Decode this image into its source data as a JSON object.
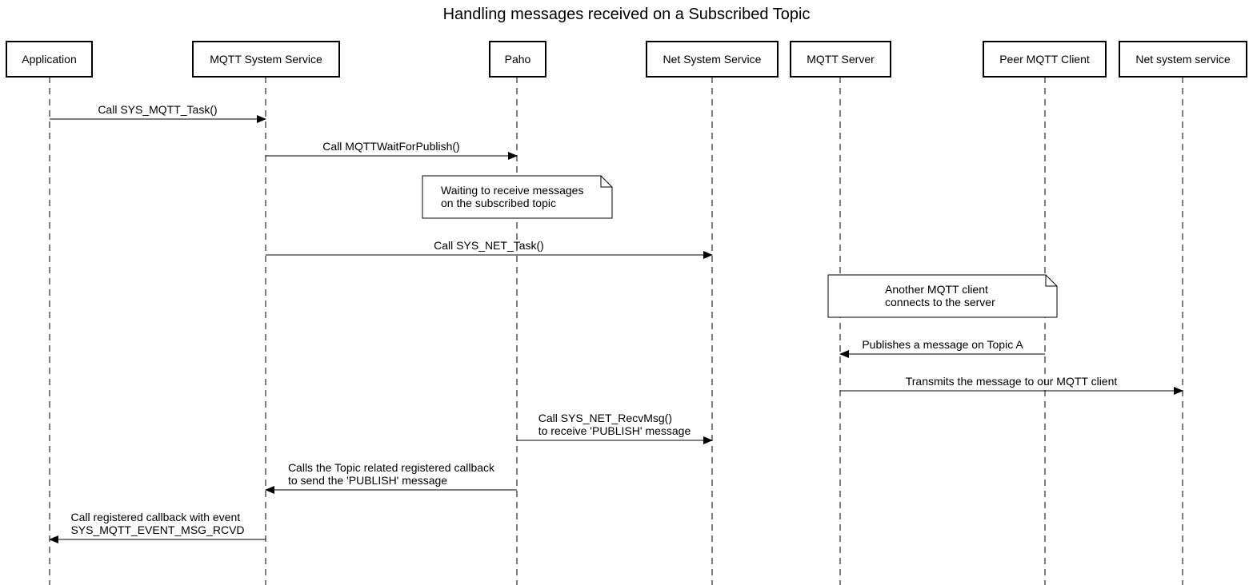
{
  "title": "Handling messages received on a Subscribed Topic",
  "participants": [
    {
      "id": "app",
      "label": "Application"
    },
    {
      "id": "mqtt_sys",
      "label": "MQTT System Service"
    },
    {
      "id": "paho",
      "label": "Paho"
    },
    {
      "id": "net_sys",
      "label": "Net System Service"
    },
    {
      "id": "mqtt_server",
      "label": "MQTT Server"
    },
    {
      "id": "peer",
      "label": "Peer MQTT Client"
    },
    {
      "id": "net_sys2",
      "label": "Net system service"
    }
  ],
  "messages": [
    {
      "from": "app",
      "to": "mqtt_sys",
      "lines": [
        "Call SYS_MQTT_Task()"
      ]
    },
    {
      "from": "mqtt_sys",
      "to": "paho",
      "lines": [
        "Call MQTTWaitForPublish()"
      ]
    },
    {
      "from": "mqtt_sys",
      "to": "net_sys",
      "lines": [
        "Call SYS_NET_Task()"
      ]
    },
    {
      "from": "peer",
      "to": "mqtt_server",
      "lines": [
        "Publishes a message on Topic A"
      ]
    },
    {
      "from": "mqtt_server",
      "to": "net_sys2",
      "lines": [
        "Transmits the message to our MQTT client"
      ]
    },
    {
      "from": "paho",
      "to": "net_sys",
      "lines": [
        "Call SYS_NET_RecvMsg()",
        "to receive 'PUBLISH' message"
      ]
    },
    {
      "from": "paho",
      "to": "mqtt_sys",
      "lines": [
        "Calls the Topic related registered callback",
        "to send the 'PUBLISH' message"
      ]
    },
    {
      "from": "mqtt_sys",
      "to": "app",
      "lines": [
        "Call registered callback with event",
        "SYS_MQTT_EVENT_MSG_RCVD"
      ]
    }
  ],
  "notes": [
    {
      "lines": [
        "Waiting to receive messages",
        "on the subscribed topic"
      ]
    },
    {
      "lines": [
        "Another MQTT client",
        "connects to the server"
      ]
    }
  ]
}
